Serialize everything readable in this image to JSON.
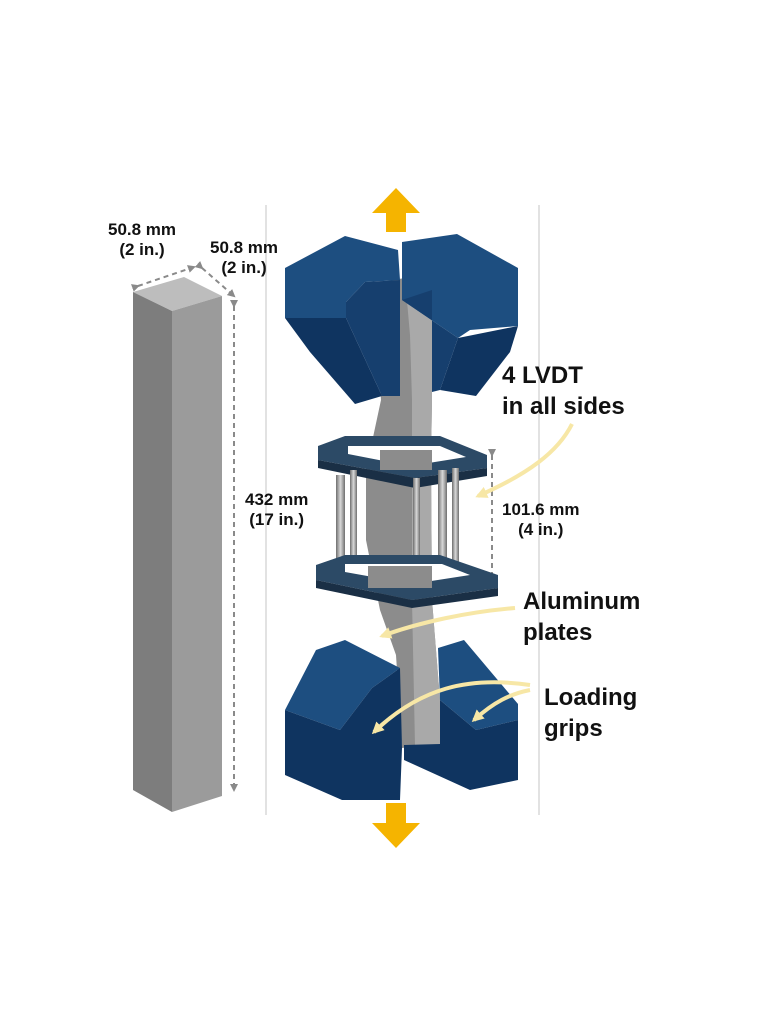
{
  "specimen": {
    "width_label_1": "50.8 mm",
    "width_label_2": "(2 in.)",
    "depth_label_1": "50.8 mm",
    "depth_label_2": "(2 in.)",
    "length_label_1": "432 mm",
    "length_label_2": "(17 in.)"
  },
  "gauge": {
    "length_label_1": "101.6 mm",
    "length_label_2": "(4 in.)"
  },
  "callouts": {
    "lvdt_1": "4 LVDT",
    "lvdt_2": "in all sides",
    "aluminum_1": "Aluminum",
    "aluminum_2": "plates",
    "grips_1": "Loading",
    "grips_2": "grips"
  },
  "colors": {
    "grip_blue": "#0f3460",
    "specimen_gray": "#8a8a8a",
    "arrow_yellow": "#f5b400",
    "leader_yellow": "#f7e7a6",
    "frame_blue": "#2c4a66"
  },
  "icons": {
    "load_arrow": "arrow-up-icon / arrow-down-icon"
  }
}
